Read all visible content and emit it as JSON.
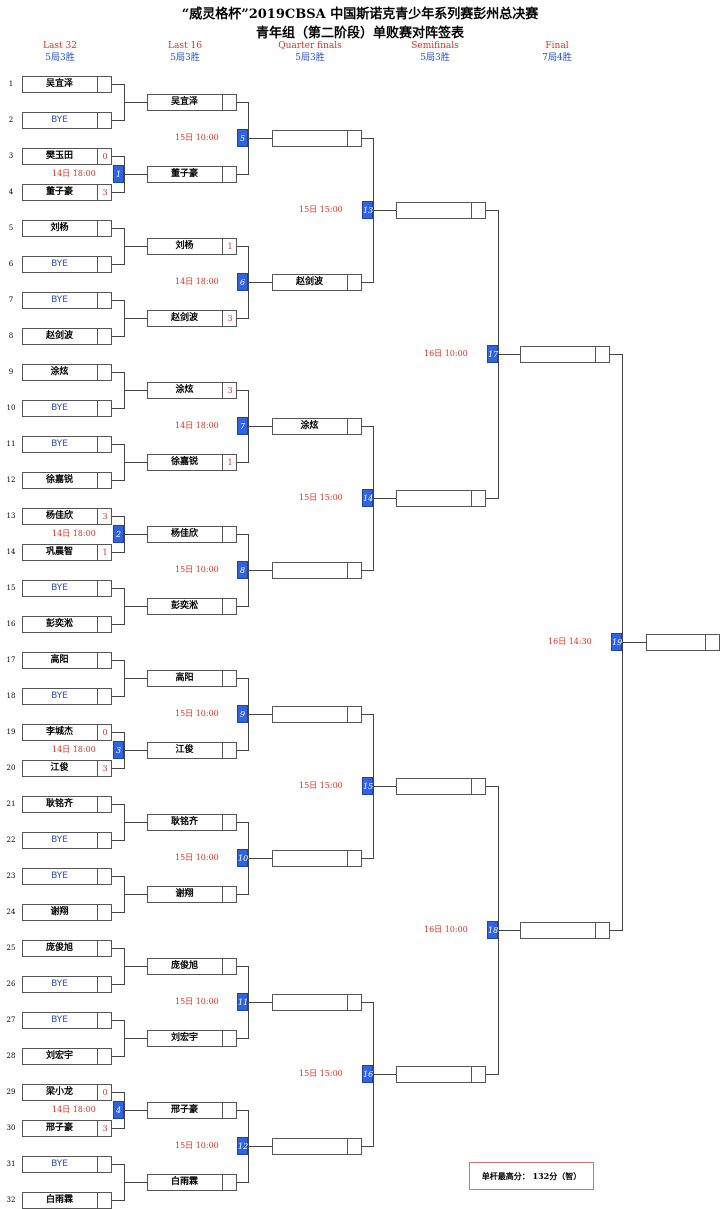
{
  "title_line1": "“威灵格杯”2019CBSA 中国斯诺克青少年系列赛彭州总决赛",
  "title_line2": "青年组（第二阶段）单败赛对阵签表",
  "rounds": [
    {
      "name": "Last 32",
      "format": "5局3胜"
    },
    {
      "name": "Last 16",
      "format": "5局3胜"
    },
    {
      "name": "Quarter finals",
      "format": "5局3胜"
    },
    {
      "name": "Semifinals",
      "format": "5局3胜"
    },
    {
      "name": "Final",
      "format": "7局4胜"
    }
  ],
  "r32_players": [
    {
      "n": "1",
      "name": "吴宜泽",
      "score": ""
    },
    {
      "n": "2",
      "name": "BYE",
      "score": ""
    },
    {
      "n": "3",
      "name": "樊玉田",
      "score": "0"
    },
    {
      "n": "4",
      "name": "董子豪",
      "score": "3"
    },
    {
      "n": "5",
      "name": "刘杨",
      "score": ""
    },
    {
      "n": "6",
      "name": "BYE",
      "score": ""
    },
    {
      "n": "7",
      "name": "BYE",
      "score": ""
    },
    {
      "n": "8",
      "name": "赵剑波",
      "score": ""
    },
    {
      "n": "9",
      "name": "涂炫",
      "score": ""
    },
    {
      "n": "10",
      "name": "BYE",
      "score": ""
    },
    {
      "n": "11",
      "name": "BYE",
      "score": ""
    },
    {
      "n": "12",
      "name": "徐嘉锐",
      "score": ""
    },
    {
      "n": "13",
      "name": "杨佳欣",
      "score": "3"
    },
    {
      "n": "14",
      "name": "巩晨智",
      "score": "1"
    },
    {
      "n": "15",
      "name": "BYE",
      "score": ""
    },
    {
      "n": "16",
      "name": "彭奕淞",
      "score": ""
    },
    {
      "n": "17",
      "name": "高阳",
      "score": ""
    },
    {
      "n": "18",
      "name": "BYE",
      "score": ""
    },
    {
      "n": "19",
      "name": "李城杰",
      "score": "0"
    },
    {
      "n": "20",
      "name": "江俊",
      "score": "3"
    },
    {
      "n": "21",
      "name": "耿铭齐",
      "score": ""
    },
    {
      "n": "22",
      "name": "BYE",
      "score": ""
    },
    {
      "n": "23",
      "name": "BYE",
      "score": ""
    },
    {
      "n": "24",
      "name": "谢翔",
      "score": ""
    },
    {
      "n": "25",
      "name": "庞俊旭",
      "score": ""
    },
    {
      "n": "26",
      "name": "BYE",
      "score": ""
    },
    {
      "n": "27",
      "name": "BYE",
      "score": ""
    },
    {
      "n": "28",
      "name": "刘宏宇",
      "score": ""
    },
    {
      "n": "29",
      "name": "梁小龙",
      "score": "0"
    },
    {
      "n": "30",
      "name": "邢子豪",
      "score": "3"
    },
    {
      "n": "31",
      "name": "BYE",
      "score": ""
    },
    {
      "n": "32",
      "name": "白雨霖",
      "score": ""
    }
  ],
  "r32_matches": [
    {
      "id": "",
      "time": ""
    },
    {
      "id": "1",
      "time": "14日 18:00"
    },
    {
      "id": "",
      "time": ""
    },
    {
      "id": "",
      "time": ""
    },
    {
      "id": "",
      "time": ""
    },
    {
      "id": "",
      "time": ""
    },
    {
      "id": "2",
      "time": "14日 18:00"
    },
    {
      "id": "",
      "time": ""
    },
    {
      "id": "",
      "time": ""
    },
    {
      "id": "3",
      "time": "14日 18:00"
    },
    {
      "id": "",
      "time": ""
    },
    {
      "id": "",
      "time": ""
    },
    {
      "id": "",
      "time": ""
    },
    {
      "id": "",
      "time": ""
    },
    {
      "id": "4",
      "time": "14日 18:00"
    },
    {
      "id": "",
      "time": ""
    }
  ],
  "r16_players": [
    {
      "name": "吴宜泽",
      "score": ""
    },
    {
      "name": "董子豪",
      "score": ""
    },
    {
      "name": "刘杨",
      "score": "1"
    },
    {
      "name": "赵剑波",
      "score": "3"
    },
    {
      "name": "涂炫",
      "score": "3"
    },
    {
      "name": "徐嘉锐",
      "score": "1"
    },
    {
      "name": "杨佳欣",
      "score": ""
    },
    {
      "name": "彭奕淞",
      "score": ""
    },
    {
      "name": "高阳",
      "score": ""
    },
    {
      "name": "江俊",
      "score": ""
    },
    {
      "name": "耿铭齐",
      "score": ""
    },
    {
      "name": "谢翔",
      "score": ""
    },
    {
      "name": "庞俊旭",
      "score": ""
    },
    {
      "name": "刘宏宇",
      "score": ""
    },
    {
      "name": "邢子豪",
      "score": ""
    },
    {
      "name": "白雨霖",
      "score": ""
    }
  ],
  "r16_matches": [
    {
      "id": "5",
      "time": "15日 10:00"
    },
    {
      "id": "6",
      "time": "14日  18:00"
    },
    {
      "id": "7",
      "time": "14日  18:00"
    },
    {
      "id": "8",
      "time": "15日 10:00"
    },
    {
      "id": "9",
      "time": "15日 10:00"
    },
    {
      "id": "10",
      "time": "15日 10:00"
    },
    {
      "id": "11",
      "time": "15日 10:00"
    },
    {
      "id": "12",
      "time": "15日 10:00"
    }
  ],
  "qf_players": [
    {
      "name": "",
      "score": ""
    },
    {
      "name": "赵剑波",
      "score": ""
    },
    {
      "name": "涂炫",
      "score": ""
    },
    {
      "name": "",
      "score": ""
    },
    {
      "name": "",
      "score": ""
    },
    {
      "name": "",
      "score": ""
    },
    {
      "name": "",
      "score": ""
    },
    {
      "name": "",
      "score": ""
    }
  ],
  "qf_matches": [
    {
      "id": "13",
      "time": "15日 15:00"
    },
    {
      "id": "14",
      "time": "15日 15:00"
    },
    {
      "id": "15",
      "time": "15日 15:00"
    },
    {
      "id": "16",
      "time": "15日 15:00"
    }
  ],
  "sf_players": [
    {
      "name": "",
      "score": ""
    },
    {
      "name": "",
      "score": ""
    },
    {
      "name": "",
      "score": ""
    },
    {
      "name": "",
      "score": ""
    }
  ],
  "sf_matches": [
    {
      "id": "17",
      "time": "16日 10:00"
    },
    {
      "id": "18",
      "time": "16日 10:00"
    }
  ],
  "final_players": [
    {
      "name": "",
      "score": ""
    },
    {
      "name": "",
      "score": ""
    }
  ],
  "final_match": {
    "id": "19",
    "time": "16日 14:30"
  },
  "champion": {
    "name": "",
    "score": ""
  },
  "high_break": {
    "label": "单杆最高分：",
    "value": "132分（智）"
  }
}
